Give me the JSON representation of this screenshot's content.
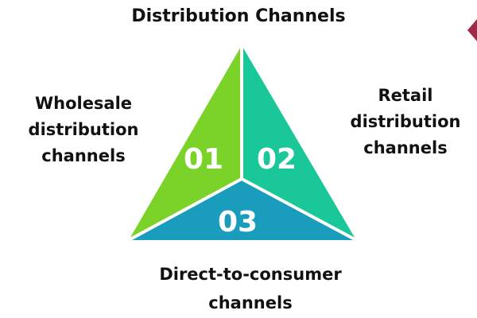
{
  "title": "Distribution Channels",
  "sections": [
    {
      "number": "01",
      "label": "Wholesale\ndistribution\nchannels",
      "color": "#7bd32a"
    },
    {
      "number": "02",
      "label": "Retail\ndistribution\nchannels",
      "color": "#19c799"
    },
    {
      "number": "03",
      "label": "Direct-to-consumer\nchannels",
      "color": "#1a9cbc"
    }
  ],
  "colors": {
    "divider": "#ffffff",
    "corner_mark": "#9c2c4a",
    "text": "#111111"
  }
}
